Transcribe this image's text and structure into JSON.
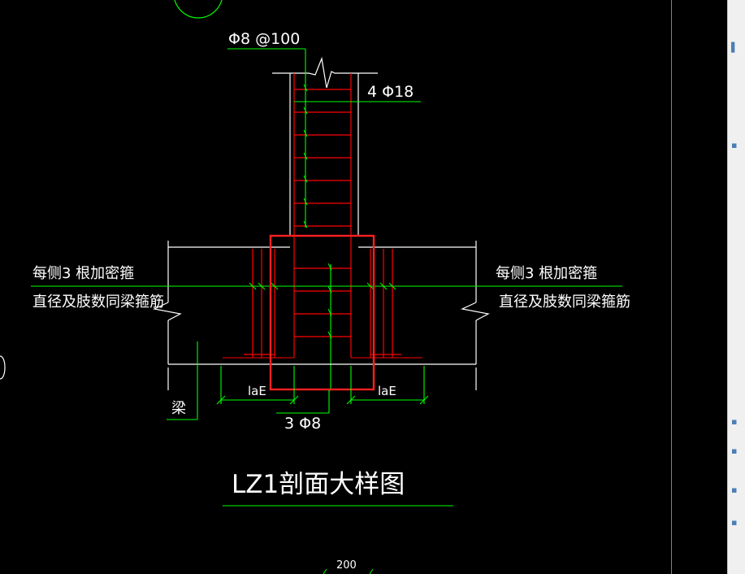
{
  "drawing": {
    "title": "LZ1剖面大样图",
    "stirrup_label": "Φ8 @100",
    "main_bar_label": "4 Φ18",
    "bottom_bar_label": "3 Φ8",
    "beam_label": "梁",
    "anchor_left_label": "laE",
    "anchor_right_label": "laE",
    "left_note_line1": "每侧3 根加密箍",
    "left_note_line2": "直径及肢数同梁箍筋",
    "right_note_line1": "每侧3 根加密箍",
    "right_note_line2": "直径及肢数同梁箍筋",
    "dimension_bottom": "200"
  },
  "colors": {
    "background": "#000000",
    "rebar": "#ff0000",
    "concrete": "#ffffff",
    "leader": "#00ff00",
    "highlight_box": "#ff2020"
  }
}
